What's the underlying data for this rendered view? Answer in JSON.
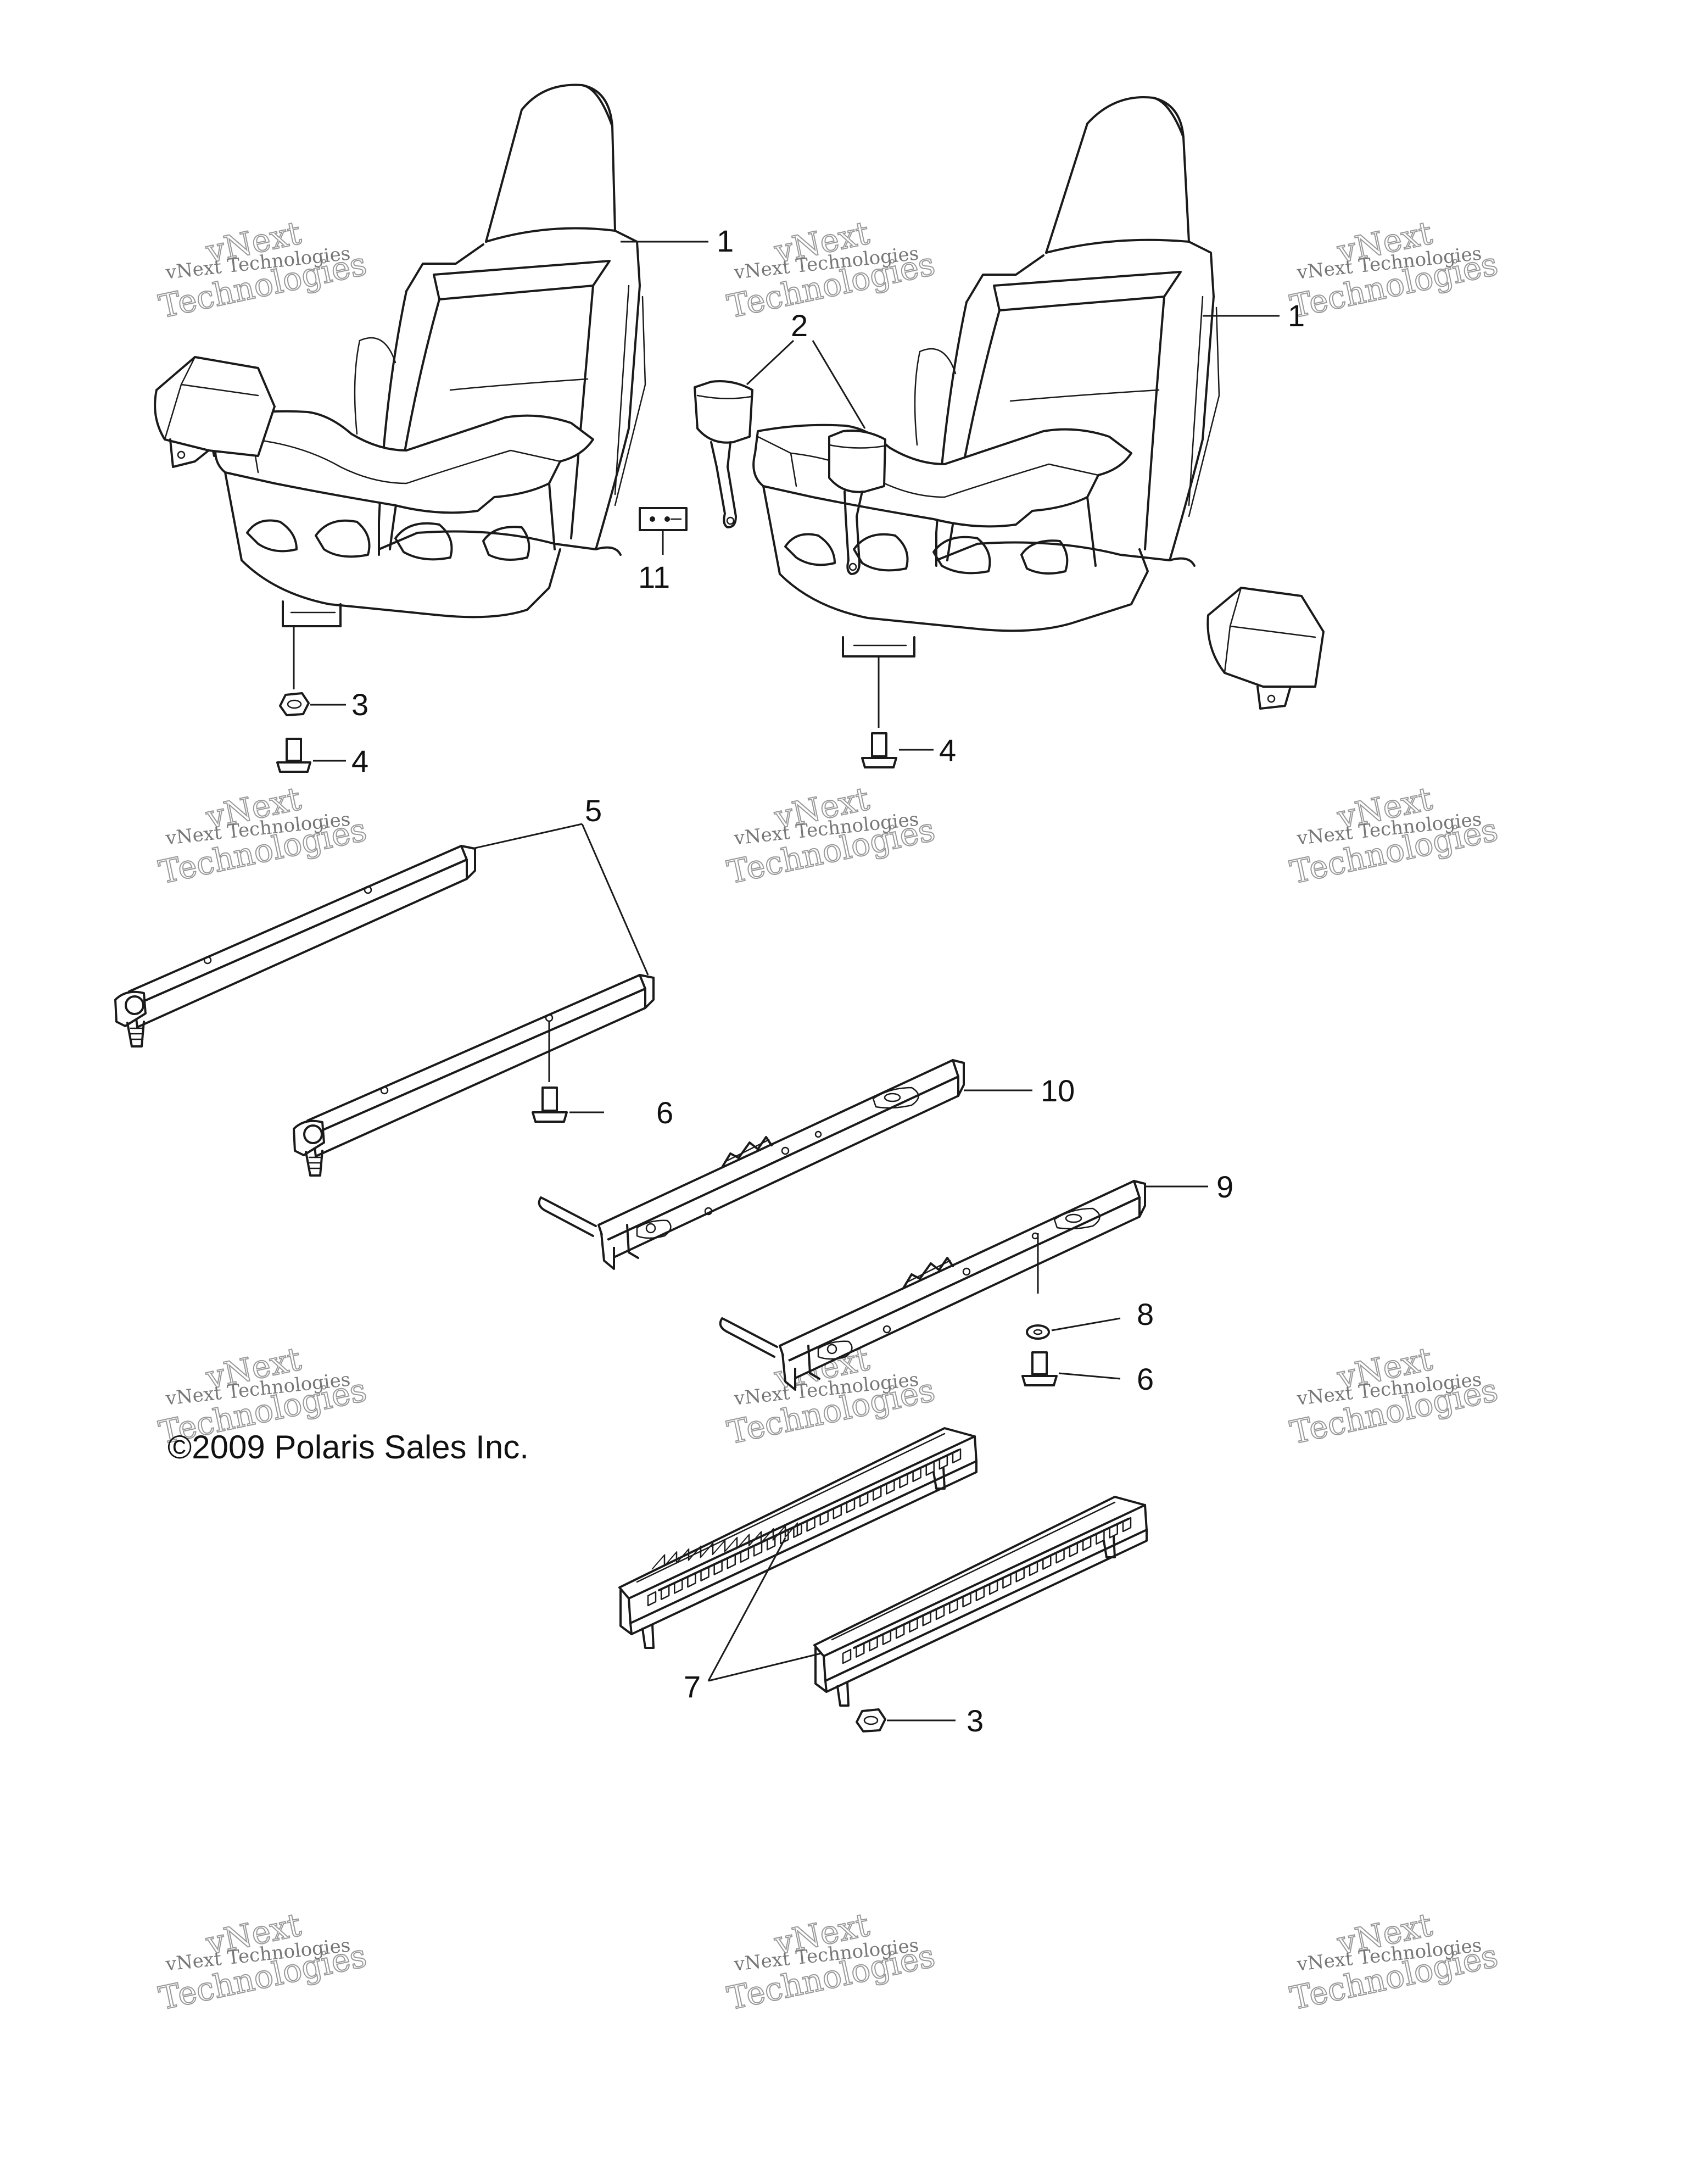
{
  "callouts": {
    "c1a": "1",
    "c1b": "1",
    "c2": "2",
    "c3a": "3",
    "c3b": "3",
    "c4a": "4",
    "c4b": "4",
    "c5": "5",
    "c6a": "6",
    "c6b": "6",
    "c7": "7",
    "c8": "8",
    "c9": "9",
    "c10": "10",
    "c11": "11"
  },
  "copyright": "©2009 Polaris Sales Inc.",
  "watermark": {
    "line1": "vNext Technologies",
    "line2": "vNext",
    "line3": "Technologies"
  }
}
